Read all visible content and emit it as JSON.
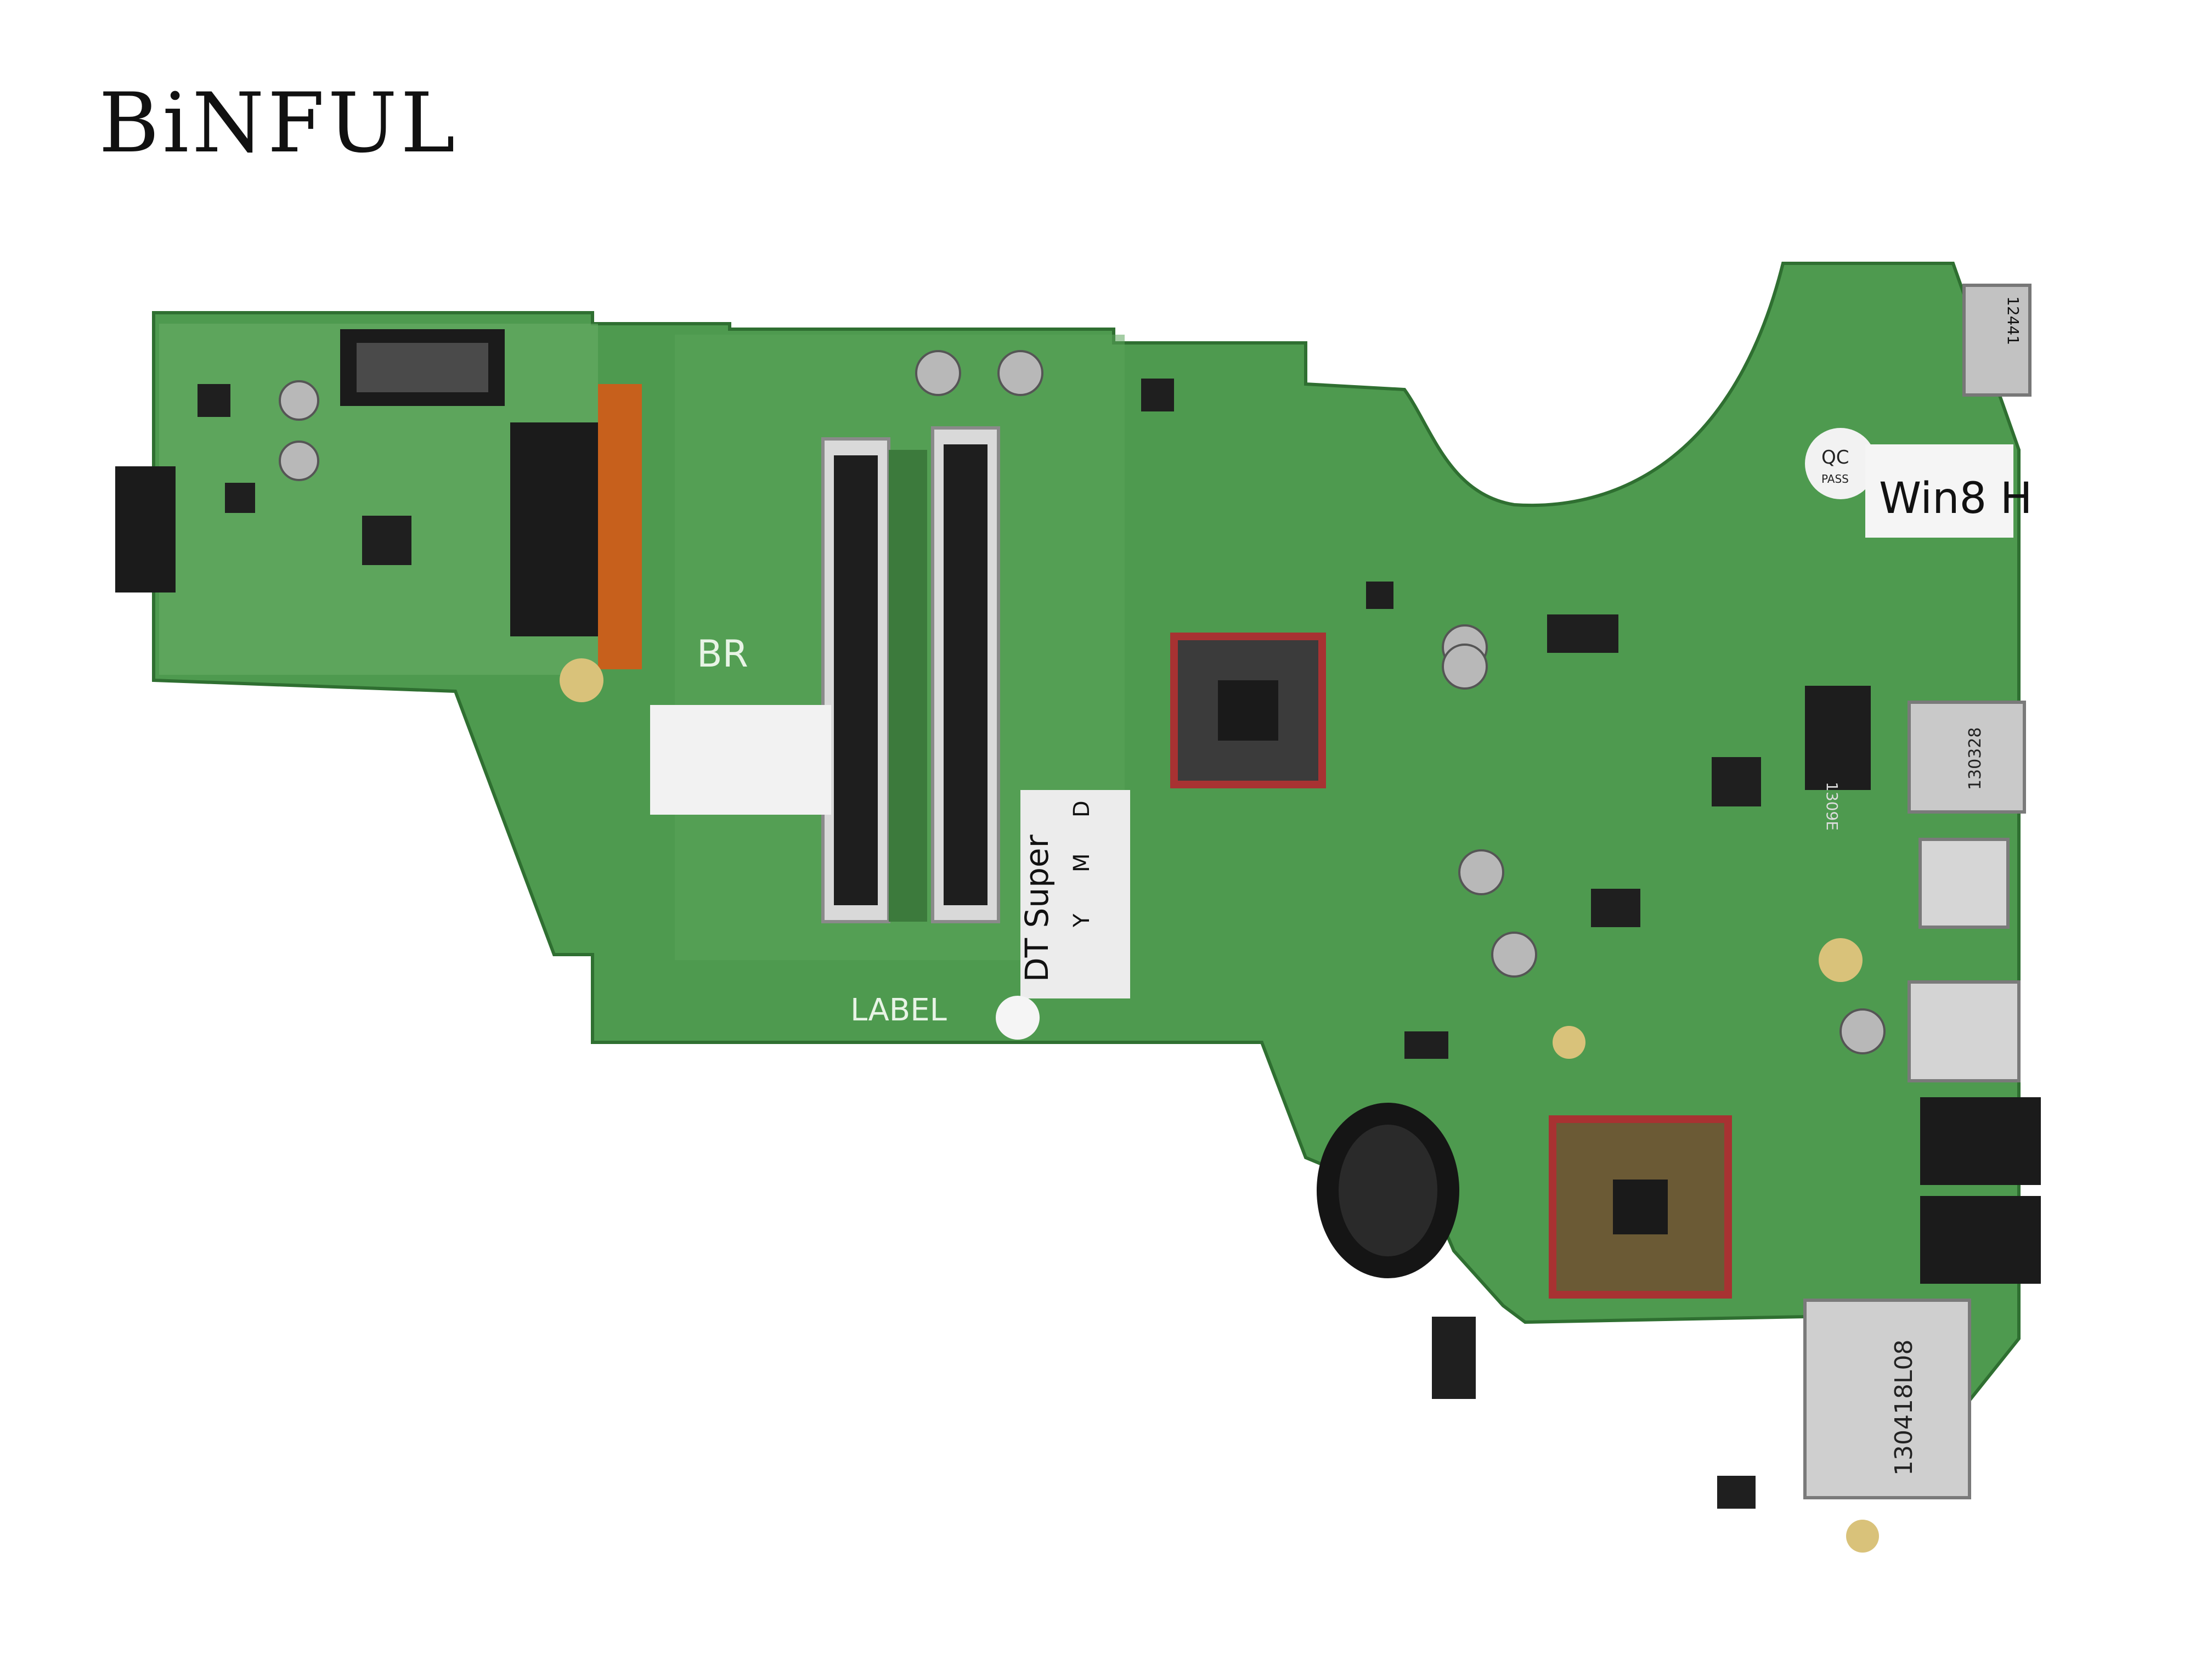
{
  "brand": "BiNFUL",
  "colors": {
    "pcb": "#4e9a4f",
    "pcb_light": "#7fbf7f",
    "pcb_dark": "#3f8540",
    "silkscreen": "#e8f4e6",
    "chip": "#2a2a2a",
    "background": "#ffffff"
  },
  "board_labels": {
    "br": "BR",
    "label": "LABEL",
    "win8": "Win8 H",
    "qc": "QC",
    "qc_pass": "PASS",
    "dt_super": "DT Super",
    "y": "Y",
    "m": "M",
    "d": "D",
    "card_reader": "130418L08",
    "usb_port": "130328",
    "chip_code": "1309E",
    "edge_code": "12441"
  }
}
